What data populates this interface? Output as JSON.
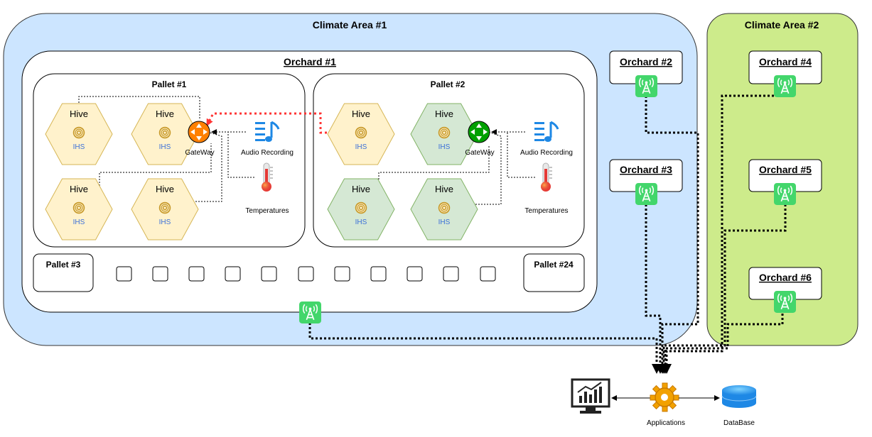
{
  "climate_areas": [
    {
      "label": "Climate Area #1"
    },
    {
      "label": "Climate Area #2"
    }
  ],
  "orchards": [
    {
      "label": "Orchard #1"
    },
    {
      "label": "Orchard #2"
    },
    {
      "label": "Orchard #3"
    },
    {
      "label": "Orchard #4"
    },
    {
      "label": "Orchard #5"
    },
    {
      "label": "Orchard #6"
    }
  ],
  "pallets": [
    {
      "label": "Pallet #1"
    },
    {
      "label": "Pallet #2"
    },
    {
      "label": "Pallet #3"
    },
    {
      "label": "Pallet #24"
    }
  ],
  "hive_label": "Hive",
  "sensor_label": "IHS",
  "gateway_label": "GateWay",
  "audio_label": "Audio Recording",
  "temp_label": "Temperatures",
  "applications_label": "Applications",
  "database_label": "DataBase",
  "colors": {
    "climate1_fill": "#cce5ff",
    "climate2_fill": "#cdeb8b",
    "hive_normal_fill": "#fff2cc",
    "hive_normal_stroke": "#d6b656",
    "hive_green_fill": "#d5e8d4",
    "hive_green_stroke": "#82b366",
    "gateway1": "#ff8000",
    "gateway2": "#00a000",
    "antenna": "#43d66b",
    "red_link": "#ff3333"
  },
  "icons": {
    "sensor": "ihs-sensor-icon",
    "gateway": "gateway-icon",
    "audio": "audio-recording-icon",
    "temperature": "thermometer-icon",
    "antenna": "antenna-icon",
    "monitor": "monitor-chart-icon",
    "applications": "gear-icon",
    "database": "database-icon"
  }
}
